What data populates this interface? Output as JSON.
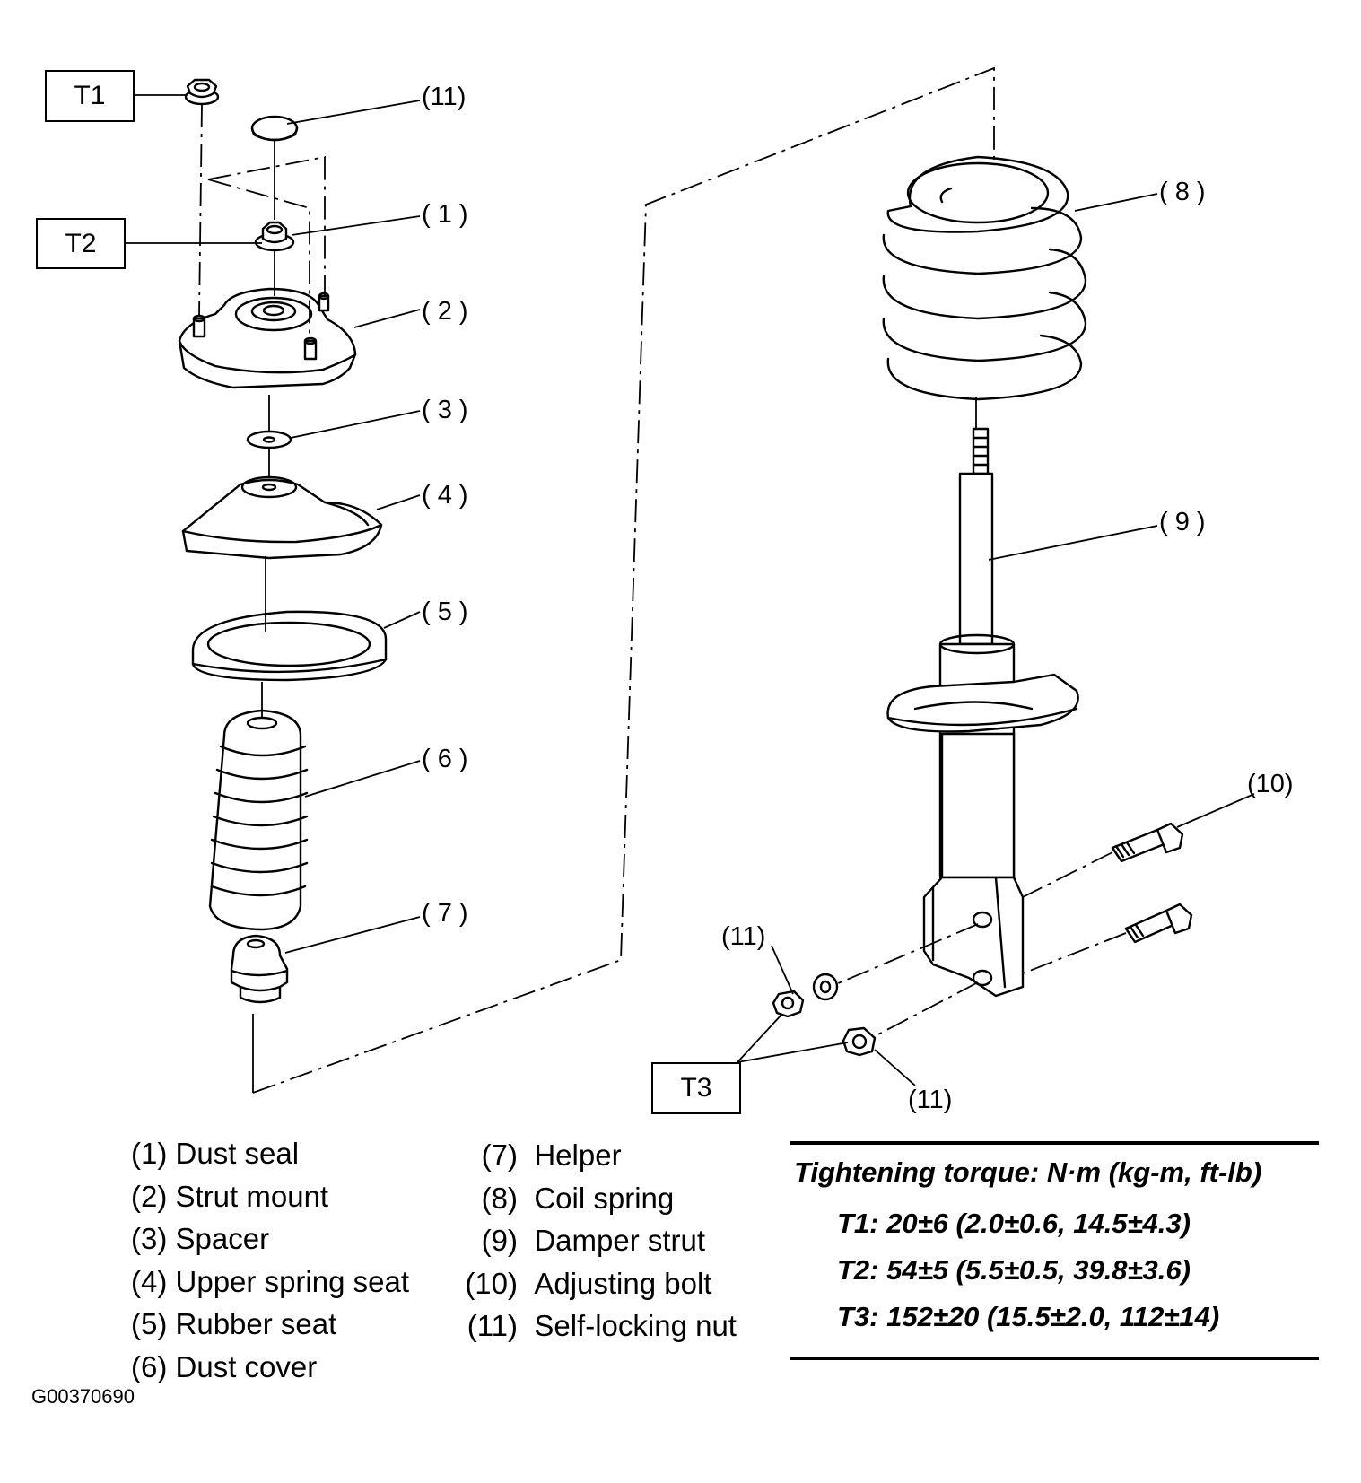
{
  "callouts": {
    "t1": "T1",
    "t2": "T2",
    "t3": "T3",
    "p1": "( 1 )",
    "p2": "( 2 )",
    "p3": "( 3 )",
    "p4": "( 4 )",
    "p5": "( 5 )",
    "p6": "( 6 )",
    "p7": "( 7 )",
    "p8": "( 8 )",
    "p9": "( 9 )",
    "p10": "(10)",
    "p11_top": "(11)",
    "p11_left": "(11)",
    "p11_bottom": "(11)"
  },
  "legend": {
    "col1": [
      {
        "num": "(1)",
        "name": "Dust seal"
      },
      {
        "num": "(2)",
        "name": "Strut mount"
      },
      {
        "num": "(3)",
        "name": "Spacer"
      },
      {
        "num": "(4)",
        "name": "Upper spring seat"
      },
      {
        "num": "(5)",
        "name": "Rubber seat"
      },
      {
        "num": "(6)",
        "name": "Dust cover"
      }
    ],
    "col2": [
      {
        "num": "(7)",
        "name": "Helper"
      },
      {
        "num": "(8)",
        "name": "Coil spring"
      },
      {
        "num": "(9)",
        "name": "Damper strut"
      },
      {
        "num": "(10)",
        "name": "Adjusting bolt"
      },
      {
        "num": "(11)",
        "name": "Self-locking nut"
      }
    ]
  },
  "torque": {
    "title": "Tightening torque: N·m (kg-m, ft-lb)",
    "t1": "T1: 20±6 (2.0±0.6, 14.5±4.3)",
    "t2": "T2: 54±5 (5.5±0.5, 39.8±3.6)",
    "t3": "T3: 152±20 (15.5±2.0, 112±14)"
  },
  "figure_id": "G00370690"
}
